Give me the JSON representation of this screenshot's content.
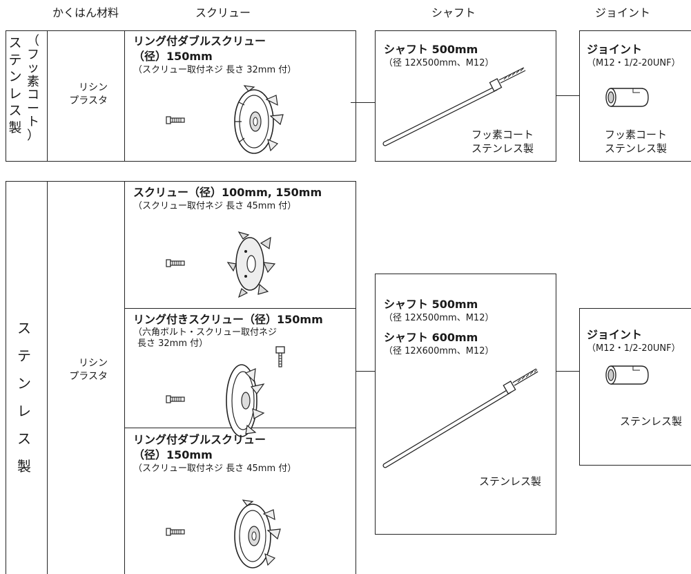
{
  "headers": {
    "material": "かくはん材料",
    "screw": "スクリュー",
    "shaft": "シャフト",
    "joint": "ジョイント"
  },
  "sections": {
    "fluoro": {
      "category_chars": [
        "ス",
        "テ",
        "ン",
        "レ",
        "ス",
        "製"
      ],
      "category_paren_chars": [
        "（",
        "フ",
        "ッ",
        "素",
        "コ",
        "ー",
        "ト",
        "）"
      ],
      "material_lines": [
        "リシン",
        "プラスタ"
      ],
      "screw": {
        "title_line1": "リング付ダブルスクリュー",
        "title_line2": "（径）150mm",
        "note": "（スクリュー取付ネジ 長さ 32mm 付）"
      },
      "shaft": {
        "title": "シャフト 500mm",
        "sub": "（径 12X500mm、M12）",
        "material_line1": "フッ素コート",
        "material_line2": "ステンレス製"
      },
      "joint": {
        "title": "ジョイント",
        "sub": "（M12・1/2-20UNF）",
        "material_line1": "フッ素コート",
        "material_line2": "ステンレス製"
      }
    },
    "stainless": {
      "category_chars": [
        "ス",
        "テ",
        "ン",
        "レ",
        "ス",
        "製"
      ],
      "material_lines": [
        "リシン",
        "プラスタ"
      ],
      "screw1": {
        "title": "スクリュー（径）100mm, 150mm",
        "note": "（スクリュー取付ネジ 長さ 45mm 付）"
      },
      "screw2": {
        "title": "リング付きスクリュー（径）150mm",
        "note_line1": "（六角ボルト・スクリュー取付ネジ",
        "note_line2": "長さ 32mm 付）"
      },
      "screw3": {
        "title_line1": "リング付ダブルスクリュー",
        "title_line2": "（径）150mm",
        "note": "（スクリュー取付ネジ 長さ 45mm 付）"
      },
      "shaft": {
        "title1": "シャフト 500mm",
        "sub1": "（径 12X500mm、M12）",
        "title2": "シャフト 600mm",
        "sub2": "（径 12X600mm、M12）",
        "material": "ステンレス製"
      },
      "joint": {
        "title": "ジョイント",
        "sub": "（M12・1/2-20UNF）",
        "material": "ステンレス製"
      }
    }
  }
}
